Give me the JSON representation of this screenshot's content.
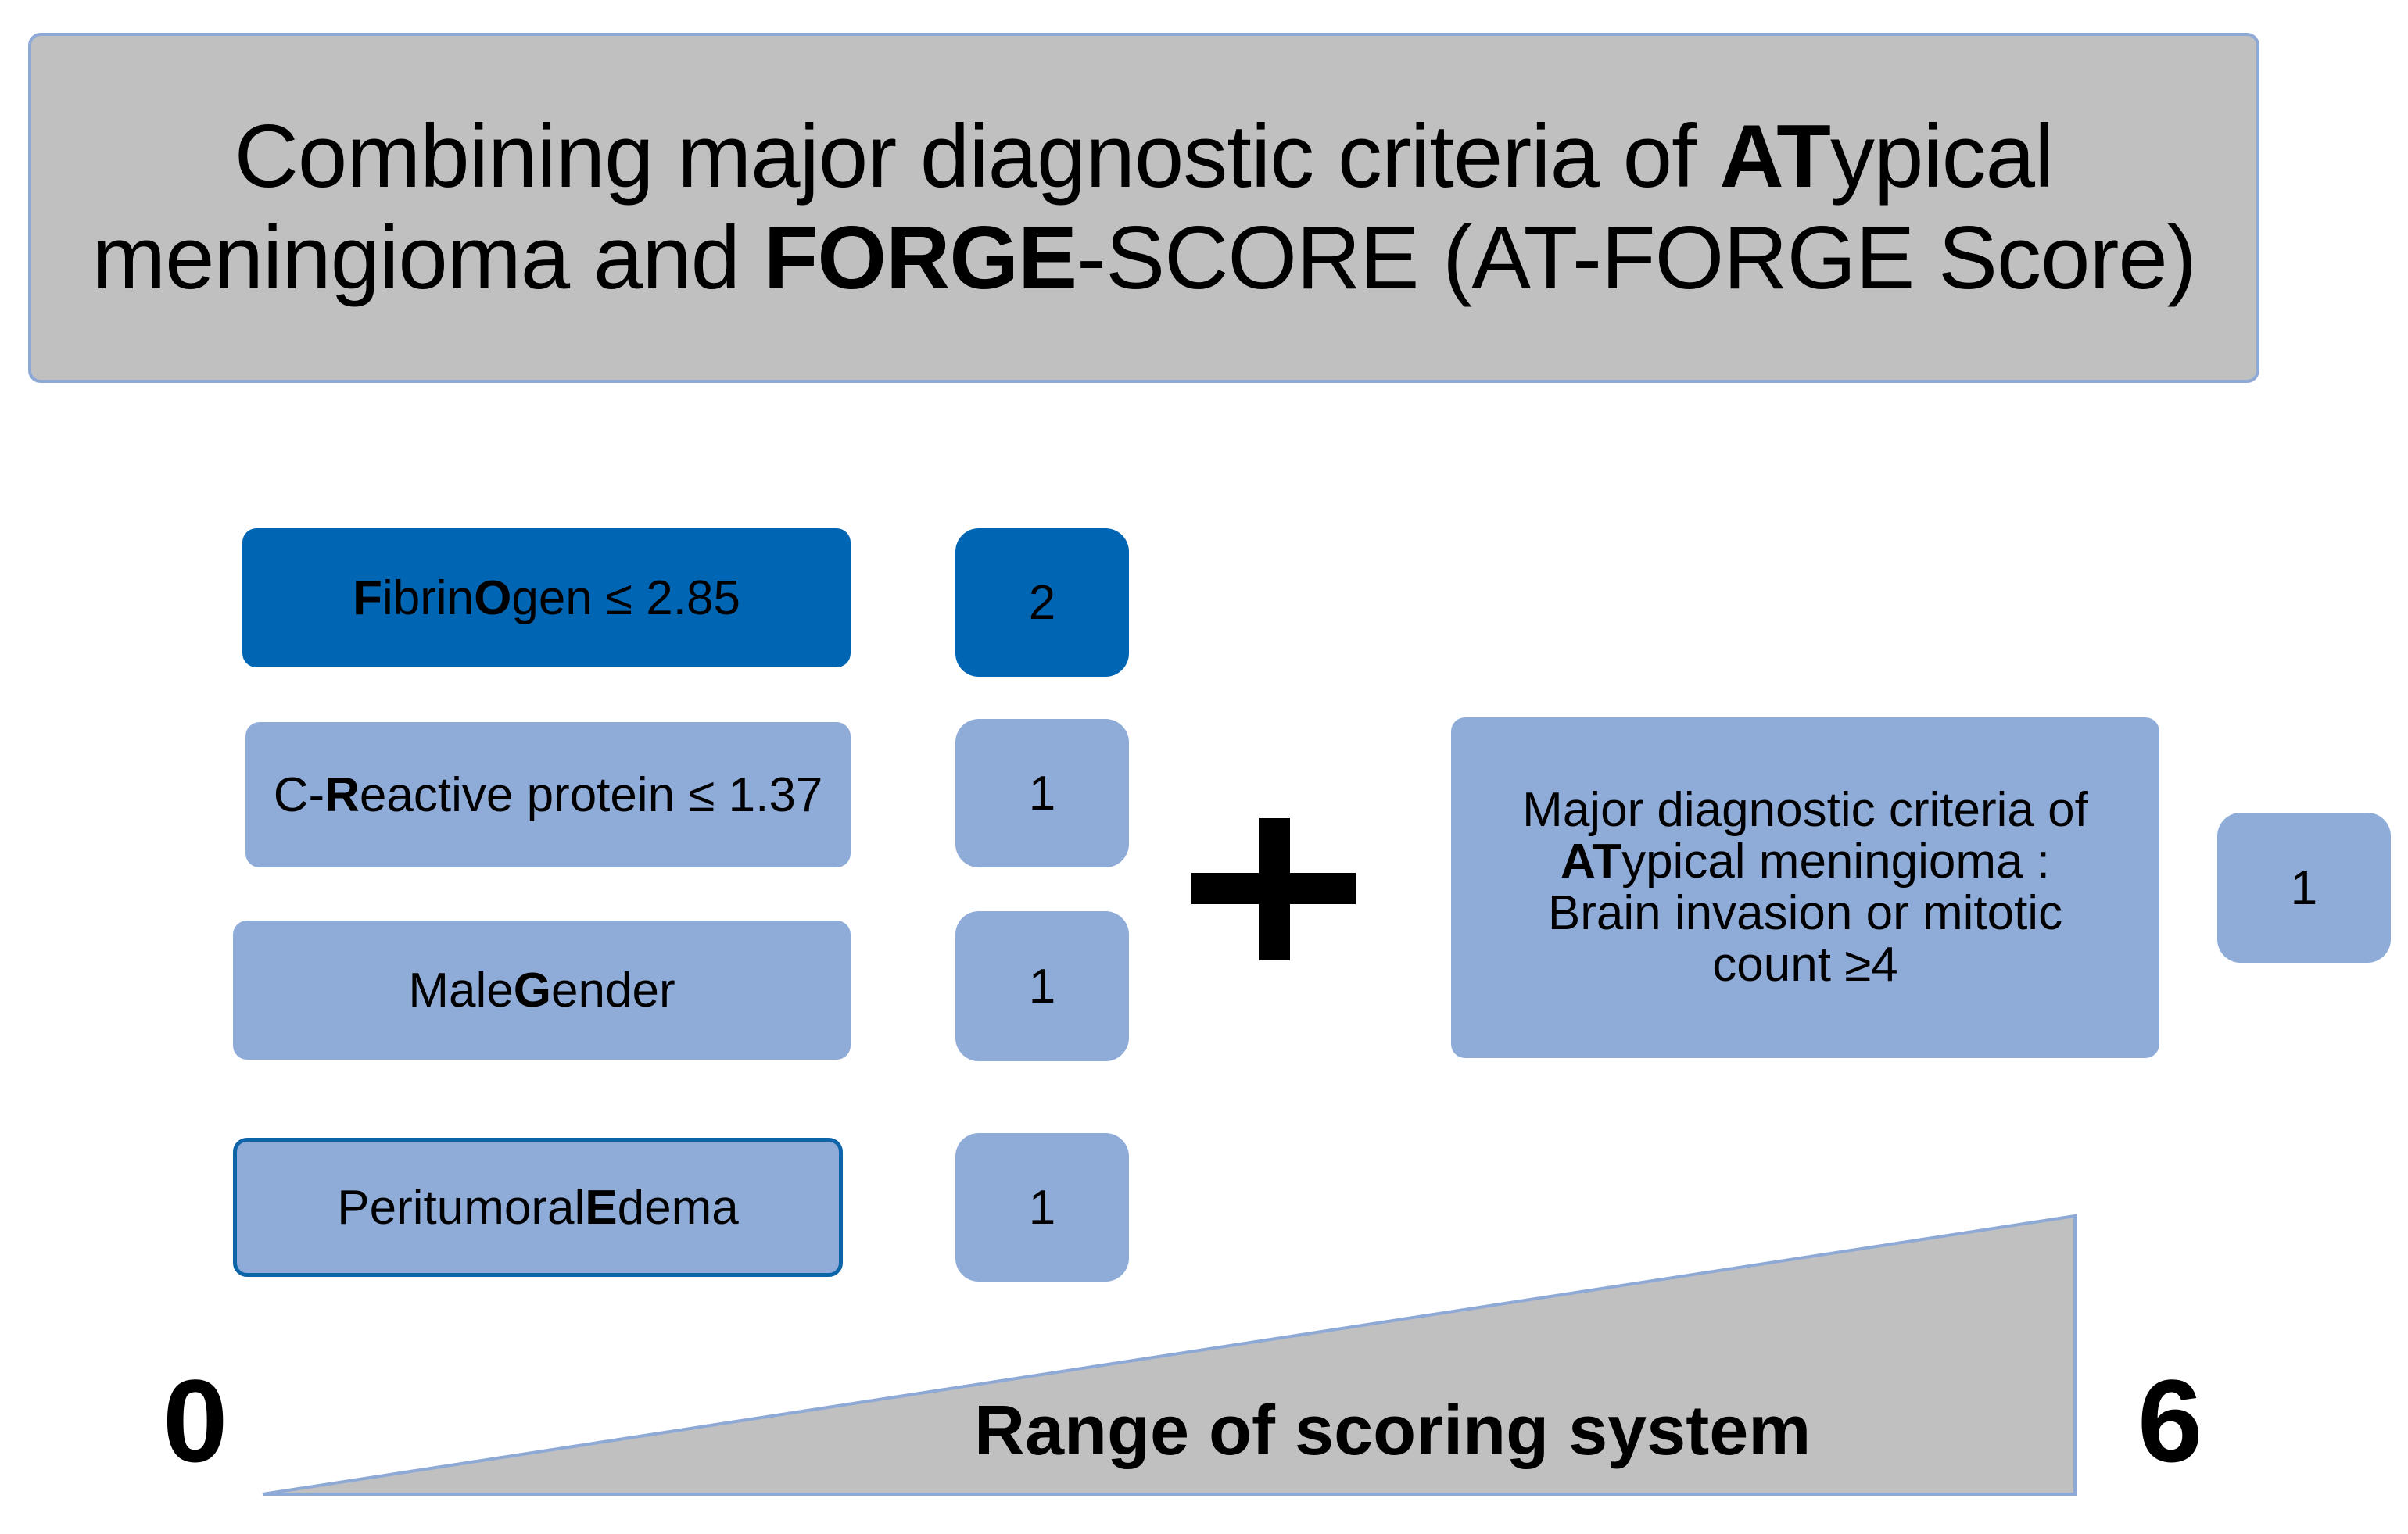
{
  "title": {
    "line1": {
      "pre": "Combining major diagnostic criteria of ",
      "bold": "AT",
      "post": "ypical"
    },
    "line2": {
      "pre": "meningioma and ",
      "bold": "FORGE",
      "post": "-SCORE (AT-FORGE Score)"
    }
  },
  "criteria": [
    {
      "pre": "",
      "b1": "F",
      "mid": "ibrin",
      "b2": "O",
      "post": "gen ≤ 2.85",
      "score": "2"
    },
    {
      "pre": "C-",
      "b1": "R",
      "mid": "eactive protein ≤ 1.37",
      "b2": "",
      "post": "",
      "score": "1"
    },
    {
      "pre": "Male ",
      "b1": "G",
      "mid": "ender",
      "b2": "",
      "post": "",
      "score": "1"
    },
    {
      "pre": "Peritumoral ",
      "b1": "E",
      "mid": "dema",
      "b2": "",
      "post": "",
      "score": "1"
    }
  ],
  "major_criteria": {
    "line1": "Major diagnostic criteria of",
    "line2_bold": "AT",
    "line2_rest": "ypical meningioma :",
    "line3": "Brain invasion or mitotic",
    "line4": "count ≥4",
    "score": "1"
  },
  "range": {
    "label": "Range of scoring system",
    "min": "0",
    "max": "6"
  },
  "colors": {
    "title_bg": "#c0c0c0",
    "dark_blue": "#0066b4",
    "light_blue": "#8fabd8",
    "wedge": "#c0c0c0"
  }
}
